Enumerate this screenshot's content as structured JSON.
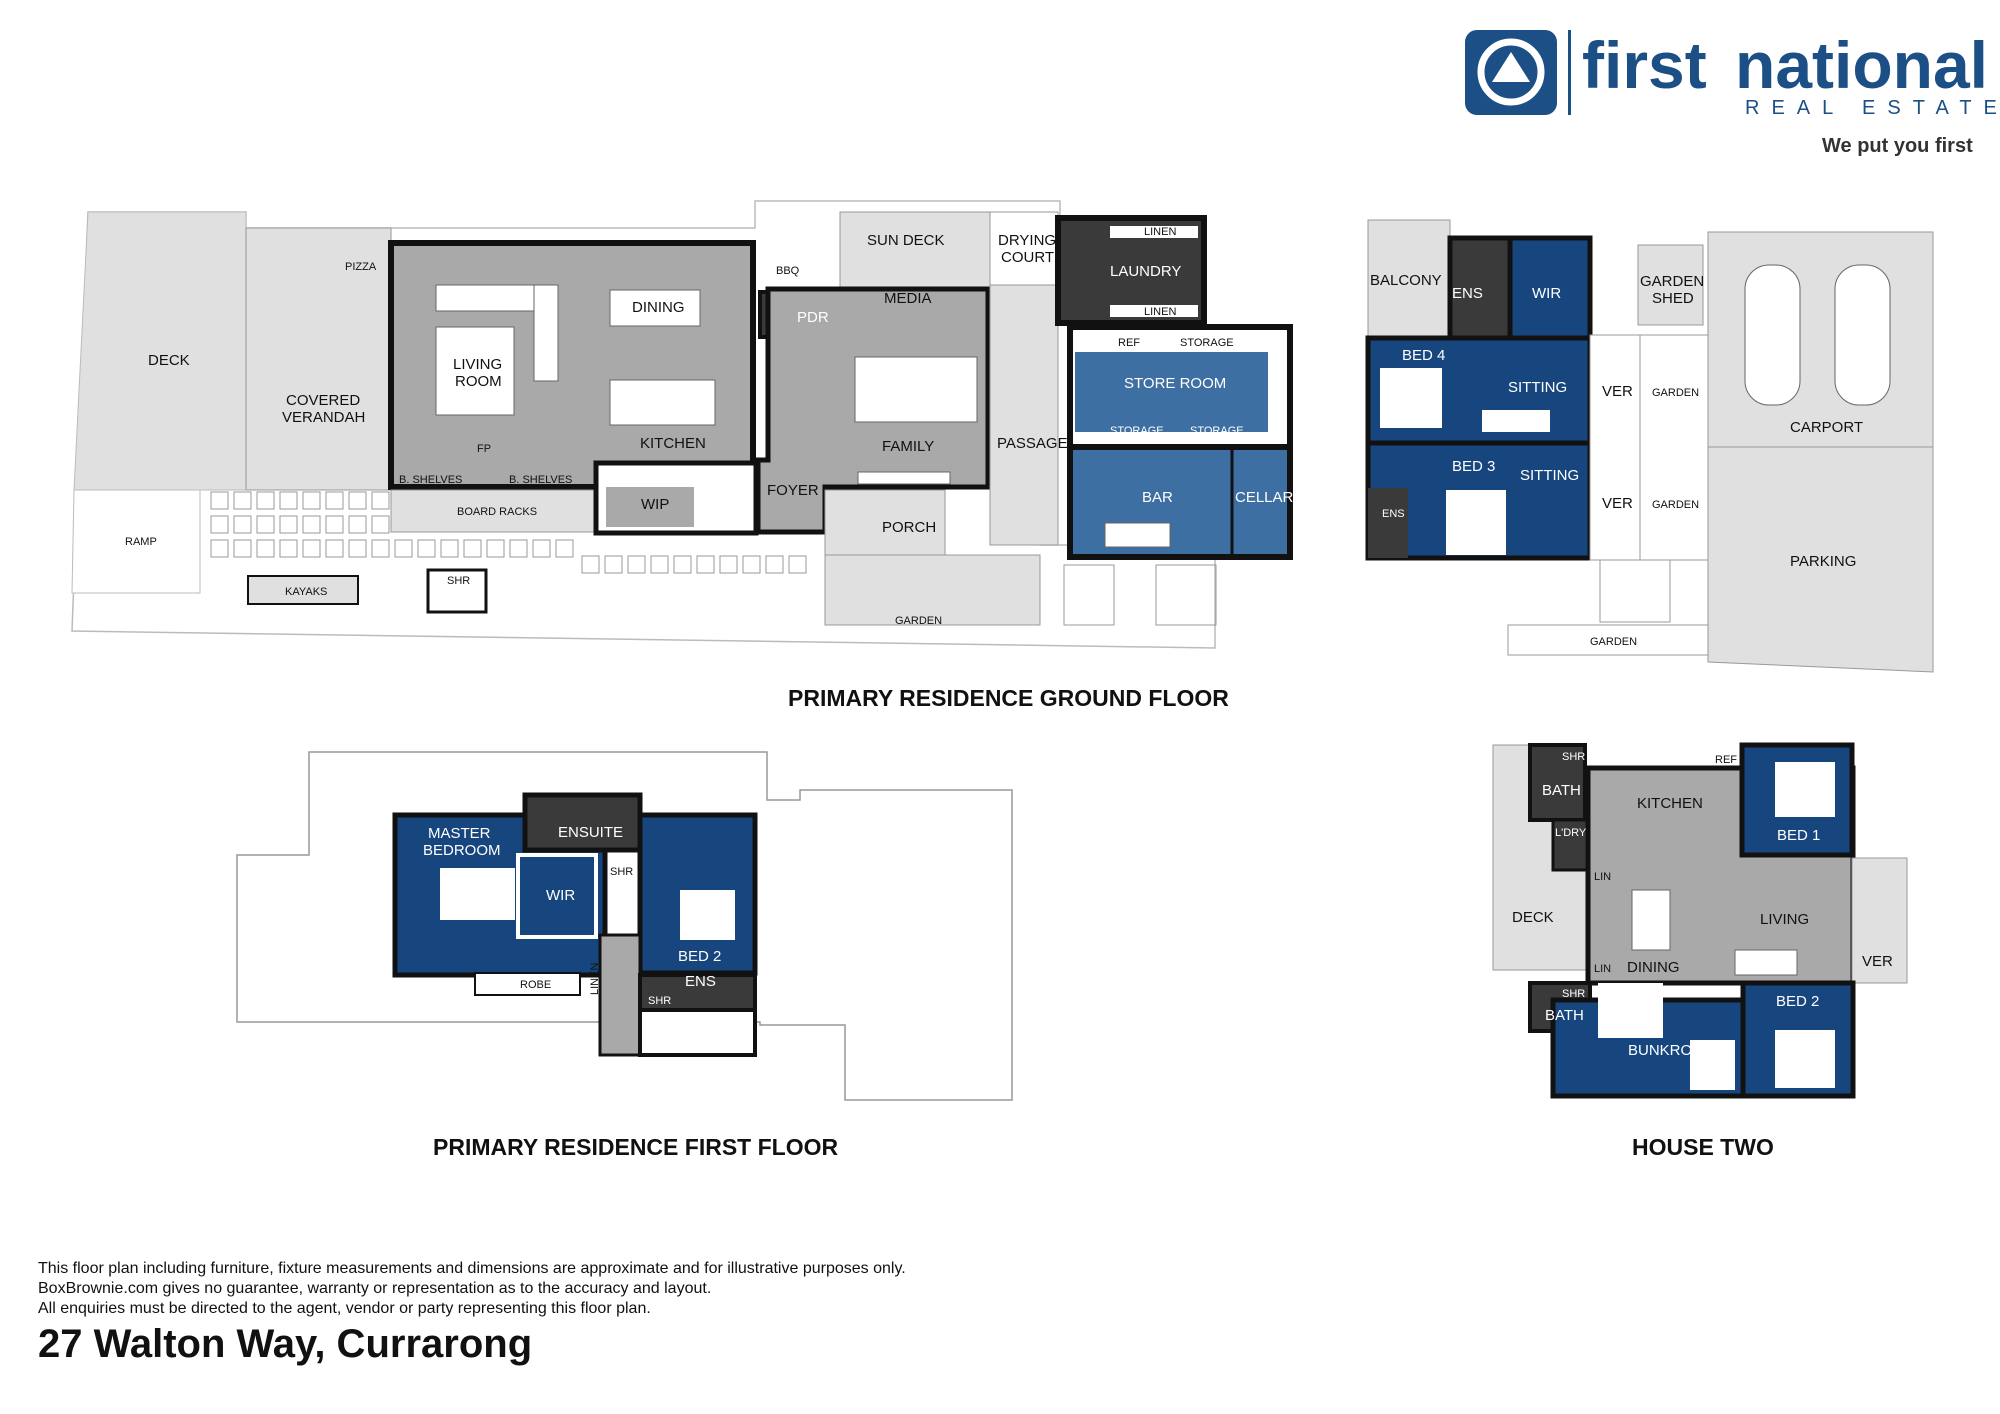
{
  "brand": {
    "name_light": "first",
    "name_bold": "national",
    "sub": "REAL ESTATE",
    "tagline": "We put you first"
  },
  "colors": {
    "blue": "#17467e",
    "store_blue": "#3e6fa2",
    "grey": "#a9a9a9",
    "light_grey": "#e0e0e0",
    "dark": "#3a3a3a",
    "wall": "#111111"
  },
  "headings": {
    "ground": "PRIMARY RESIDENCE GROUND FLOOR",
    "first": "PRIMARY RESIDENCE FIRST FLOOR",
    "house_two": "HOUSE TWO"
  },
  "ground_rooms": {
    "deck": "DECK",
    "ramp": "RAMP",
    "pizza": "PIZZA",
    "covered_verandah_1": "COVERED",
    "covered_verandah_2": "VERANDAH",
    "living_1": "LIVING",
    "living_2": "ROOM",
    "fp": "FP",
    "b_shelves_1": "B. SHELVES",
    "b_shelves_2": "B. SHELVES",
    "dining": "DINING",
    "kitchen": "KITCHEN",
    "bbq": "BBQ",
    "pdr": "PDR",
    "wip": "WIP",
    "board_racks": "BOARD RACKS",
    "kayaks": "KAYAKS",
    "shr": "SHR",
    "sun_deck": "SUN DECK",
    "media": "MEDIA",
    "family": "FAMILY",
    "foyer": "FOYER",
    "porch": "PORCH",
    "garden": "GARDEN",
    "drying_1": "DRYING",
    "drying_2": "COURT",
    "passage": "PASSAGE",
    "linen_1": "LINEN",
    "laundry": "LAUNDRY",
    "linen_2": "LINEN",
    "ref": "REF",
    "storage_1": "STORAGE",
    "store_room": "STORE ROOM",
    "storage_2": "STORAGE",
    "storage_3": "STORAGE",
    "bar": "BAR",
    "cellar": "CELLAR"
  },
  "house_two_ground": {
    "balcony": "BALCONY",
    "ens": "ENS",
    "wir": "WIR",
    "bed4": "BED 4",
    "sitting_1": "SITTING",
    "bed3": "BED 3",
    "sitting_2": "SITTING",
    "ens_2": "ENS",
    "ver_1": "VER",
    "ver_2": "VER",
    "garden_1": "GARDEN",
    "garden_2": "GARDEN",
    "garden_shed_1": "GARDEN",
    "garden_shed_2": "SHED",
    "carport": "CARPORT",
    "parking": "PARKING",
    "garden_3": "GARDEN"
  },
  "first_rooms": {
    "master_1": "MASTER",
    "master_2": "BEDROOM",
    "ensuite": "ENSUITE",
    "shr": "SHR",
    "wir_1": "WIR",
    "wir_2": "WIR",
    "bed2": "BED 2",
    "robe": "ROBE",
    "linen": "LINEN",
    "ens": "ENS",
    "shr_2": "SHR"
  },
  "house_two_rooms": {
    "shr_1": "SHR",
    "bath_1": "BATH",
    "ldry": "L'DRY",
    "kitchen": "KITCHEN",
    "ref": "REF",
    "bed1": "BED 1",
    "lin_1": "LIN",
    "deck": "DECK",
    "living": "LIVING",
    "lin_2": "LIN",
    "dining": "DINING",
    "ver": "VER",
    "shr_2": "SHR",
    "bath_2": "BATH",
    "bunkroom": "BUNKROOM",
    "bed2": "BED 2"
  },
  "disclaimer": {
    "line1": "This floor plan including furniture, fixture measurements and dimensions are approximate and for illustrative purposes only.",
    "line2": "BoxBrownie.com gives no guarantee, warranty or representation as to the accuracy and layout.",
    "line3": "All enquiries must be directed to the agent, vendor or party representing this floor plan."
  },
  "address": "27 Walton Way, Currarong"
}
